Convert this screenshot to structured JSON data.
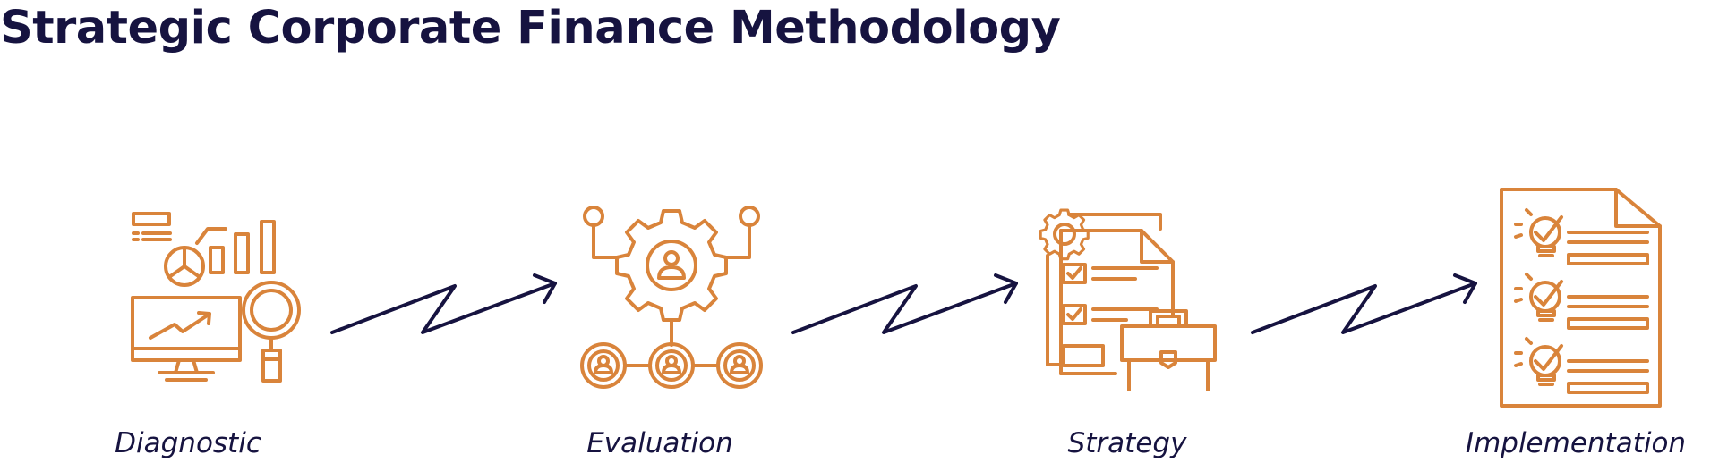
{
  "page": {
    "title": "Strategic Corporate Finance Methodology"
  },
  "colors": {
    "icon": "#D9843B",
    "title": "#161340",
    "arrow": "#161340",
    "label": "#161340"
  },
  "steps": [
    {
      "label": "Diagnostic",
      "icon": "analytics-magnifier-icon"
    },
    {
      "label": "Evaluation",
      "icon": "gear-network-people-icon"
    },
    {
      "label": "Strategy",
      "icon": "document-briefcase-gear-icon"
    },
    {
      "label": "Implementation",
      "icon": "checklist-lightbulb-document-icon"
    }
  ],
  "connectors": [
    {
      "from": "Diagnostic",
      "to": "Evaluation",
      "icon": "zigzag-arrow-icon"
    },
    {
      "from": "Evaluation",
      "to": "Strategy",
      "icon": "zigzag-arrow-icon"
    },
    {
      "from": "Strategy",
      "to": "Implementation",
      "icon": "zigzag-arrow-icon"
    }
  ]
}
